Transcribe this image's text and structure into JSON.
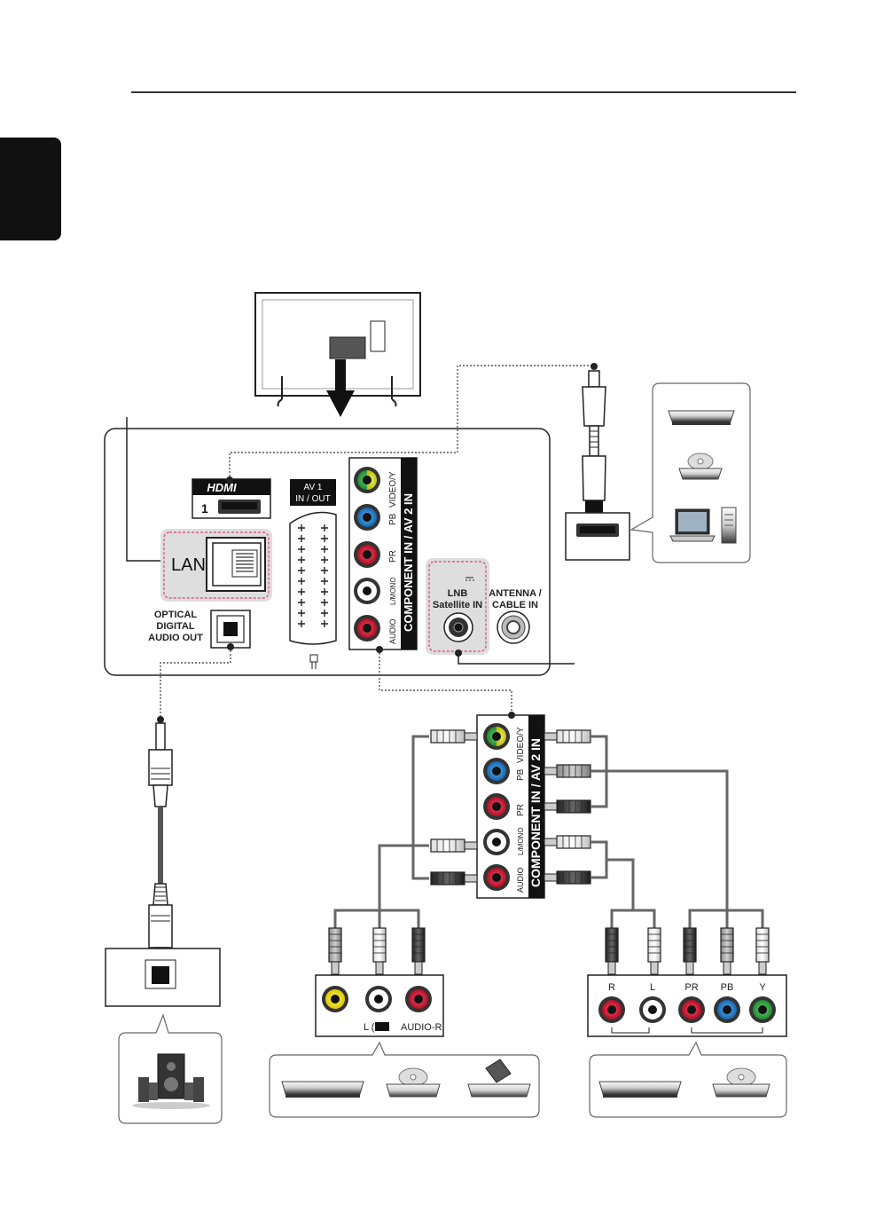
{
  "panel": {
    "hdmi_logo": "HDMI",
    "hdmi_port_number": "1",
    "lan_label": "LAN",
    "optical_label_1": "OPTICAL",
    "optical_label_2": "DIGITAL",
    "optical_label_3": "AUDIO OUT",
    "av1_label_1": "AV 1",
    "av1_label_2": "IN / OUT",
    "component_strip_title": "COMPONENT IN / AV 2 IN",
    "jack_video_y": "VIDEO/Y",
    "jack_pb": "PB",
    "jack_pr": "PR",
    "jack_l_mono": "L/MONO",
    "jack_audio_r": "AUDIO",
    "lnb_label_1": "LNB",
    "lnb_label_2": "Satellite IN",
    "antenna_label_1": "ANTENNA /",
    "antenna_label_2": "CABLE IN"
  },
  "composite_device": {
    "jack_audio_l": "L (",
    "jack_audio_r": "AUDIO-R"
  },
  "component_device": {
    "jack_r": "R",
    "jack_l": "L",
    "jack_pr": "PR",
    "jack_pb": "PB",
    "jack_y": "Y"
  },
  "colors": {
    "video_yellow": "#f2e600",
    "pb_blue": "#1e7fc8",
    "pr_red": "#d2142c",
    "white_jack": "#ffffff",
    "y_green": "#2a9a3c",
    "pink_dashed": "#d9447a",
    "gray_box": "#dedede",
    "side_tab": "#111111"
  }
}
